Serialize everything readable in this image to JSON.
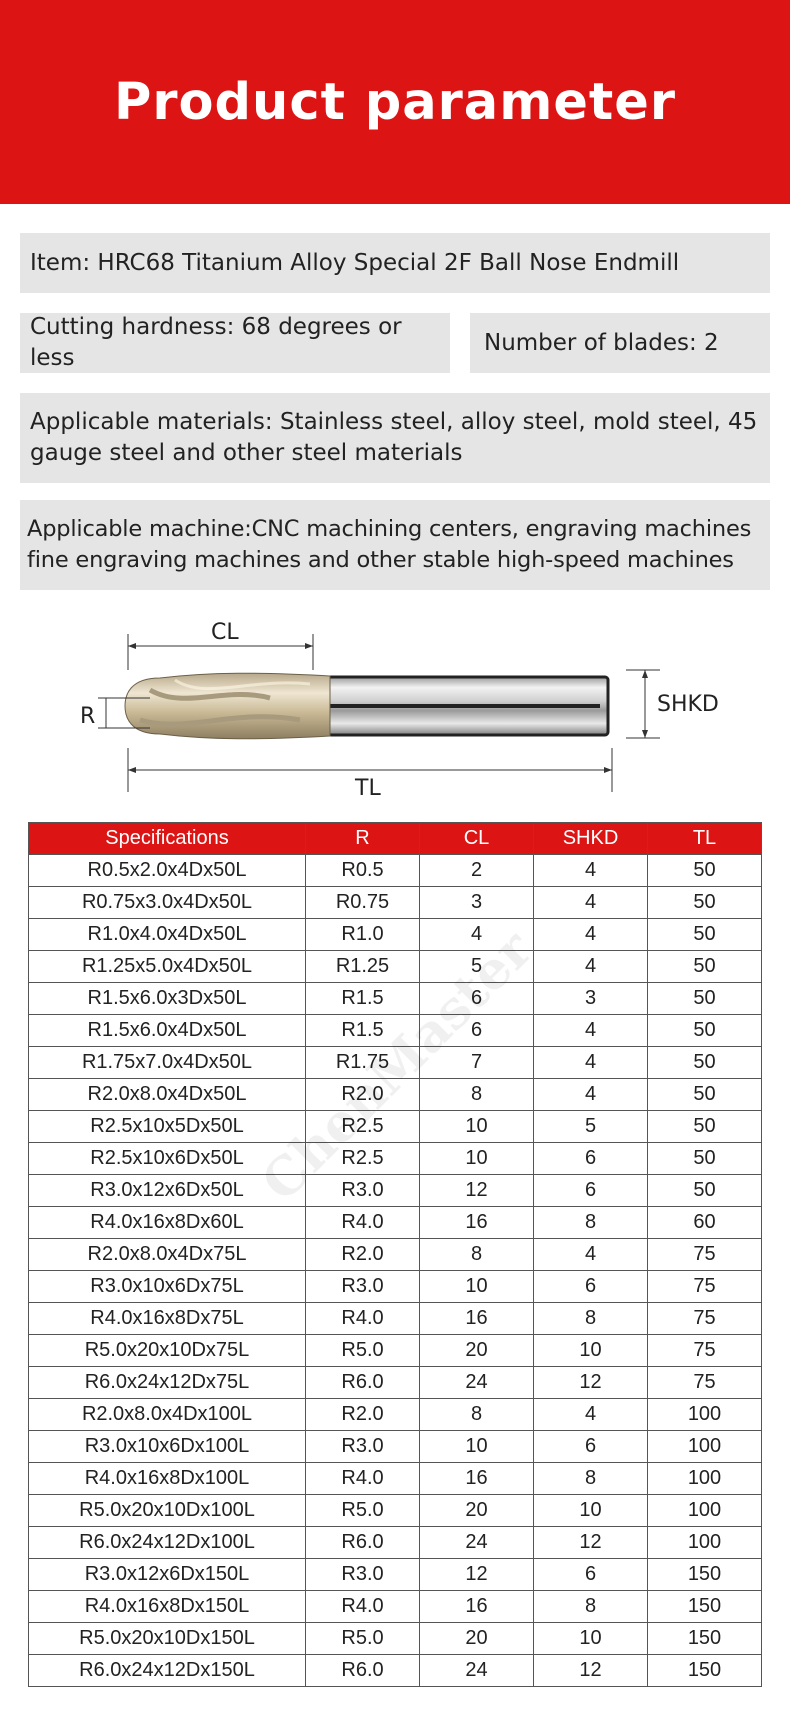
{
  "header": {
    "title": "Product parameter"
  },
  "info": {
    "item": "Item:  HRC68 Titanium Alloy Special 2F Ball Nose Endmill",
    "hardness": "Cutting hardness: 68 degrees or less",
    "blades": "Number of blades: 2",
    "materials": "Applicable materials: Stainless steel, alloy steel, mold steel, 45 gauge steel and other steel materials",
    "machine": "Applicable machine:CNC machining centers, engraving machines fine engraving machines and other stable high-speed machines"
  },
  "diagram": {
    "cl": "CL",
    "r": "R",
    "shkd": "SHKD",
    "tl": "TL"
  },
  "watermark": "ChenMaster",
  "table": {
    "headers": [
      "Specifications",
      "R",
      "CL",
      "SHKD",
      "TL"
    ],
    "rows": [
      [
        "R0.5x2.0x4Dx50L",
        "R0.5",
        "2",
        "4",
        "50"
      ],
      [
        "R0.75x3.0x4Dx50L",
        "R0.75",
        "3",
        "4",
        "50"
      ],
      [
        "R1.0x4.0x4Dx50L",
        "R1.0",
        "4",
        "4",
        "50"
      ],
      [
        "R1.25x5.0x4Dx50L",
        "R1.25",
        "5",
        "4",
        "50"
      ],
      [
        "R1.5x6.0x3Dx50L",
        "R1.5",
        "6",
        "3",
        "50"
      ],
      [
        "R1.5x6.0x4Dx50L",
        "R1.5",
        "6",
        "4",
        "50"
      ],
      [
        "R1.75x7.0x4Dx50L",
        "R1.75",
        "7",
        "4",
        "50"
      ],
      [
        "R2.0x8.0x4Dx50L",
        "R2.0",
        "8",
        "4",
        "50"
      ],
      [
        "R2.5x10x5Dx50L",
        "R2.5",
        "10",
        "5",
        "50"
      ],
      [
        "R2.5x10x6Dx50L",
        "R2.5",
        "10",
        "6",
        "50"
      ],
      [
        "R3.0x12x6Dx50L",
        "R3.0",
        "12",
        "6",
        "50"
      ],
      [
        "R4.0x16x8Dx60L",
        "R4.0",
        "16",
        "8",
        "60"
      ],
      [
        "R2.0x8.0x4Dx75L",
        "R2.0",
        "8",
        "4",
        "75"
      ],
      [
        "R3.0x10x6Dx75L",
        "R3.0",
        "10",
        "6",
        "75"
      ],
      [
        "R4.0x16x8Dx75L",
        "R4.0",
        "16",
        "8",
        "75"
      ],
      [
        "R5.0x20x10Dx75L",
        "R5.0",
        "20",
        "10",
        "75"
      ],
      [
        "R6.0x24x12Dx75L",
        "R6.0",
        "24",
        "12",
        "75"
      ],
      [
        "R2.0x8.0x4Dx100L",
        "R2.0",
        "8",
        "4",
        "100"
      ],
      [
        "R3.0x10x6Dx100L",
        "R3.0",
        "10",
        "6",
        "100"
      ],
      [
        "R4.0x16x8Dx100L",
        "R4.0",
        "16",
        "8",
        "100"
      ],
      [
        "R5.0x20x10Dx100L",
        "R5.0",
        "20",
        "10",
        "100"
      ],
      [
        "R6.0x24x12Dx100L",
        "R6.0",
        "24",
        "12",
        "100"
      ],
      [
        "R3.0x12x6Dx150L",
        "R3.0",
        "12",
        "6",
        "150"
      ],
      [
        "R4.0x16x8Dx150L",
        "R4.0",
        "16",
        "8",
        "150"
      ],
      [
        "R5.0x20x10Dx150L",
        "R5.0",
        "20",
        "10",
        "150"
      ],
      [
        "R6.0x24x12Dx150L",
        "R6.0",
        "24",
        "12",
        "150"
      ]
    ]
  }
}
